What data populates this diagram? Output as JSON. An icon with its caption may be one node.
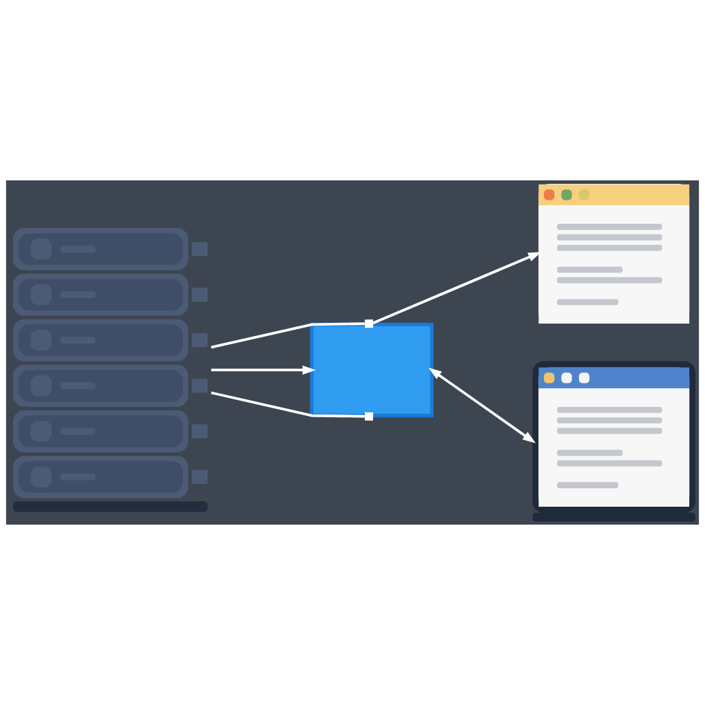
{
  "diagram": {
    "nodes": [
      {
        "text": [],
        "shape": "picture"
      },
      {
        "text": [],
        "shape": "box"
      },
      {
        "text": [],
        "shape": "picture"
      },
      {
        "text": [],
        "shape": "picture"
      }
    ],
    "edges": [
      {
        "from": 0,
        "to": 1,
        "arrow": "other"
      },
      {
        "from": 1,
        "to": 2,
        "arrow": "to"
      },
      {
        "from": 0,
        "to": 1,
        "arrow": "to"
      },
      {
        "from": 1,
        "to": 3,
        "arrow": "both"
      },
      {
        "from": 0,
        "to": 1,
        "arrow": "other"
      }
    ]
  }
}
